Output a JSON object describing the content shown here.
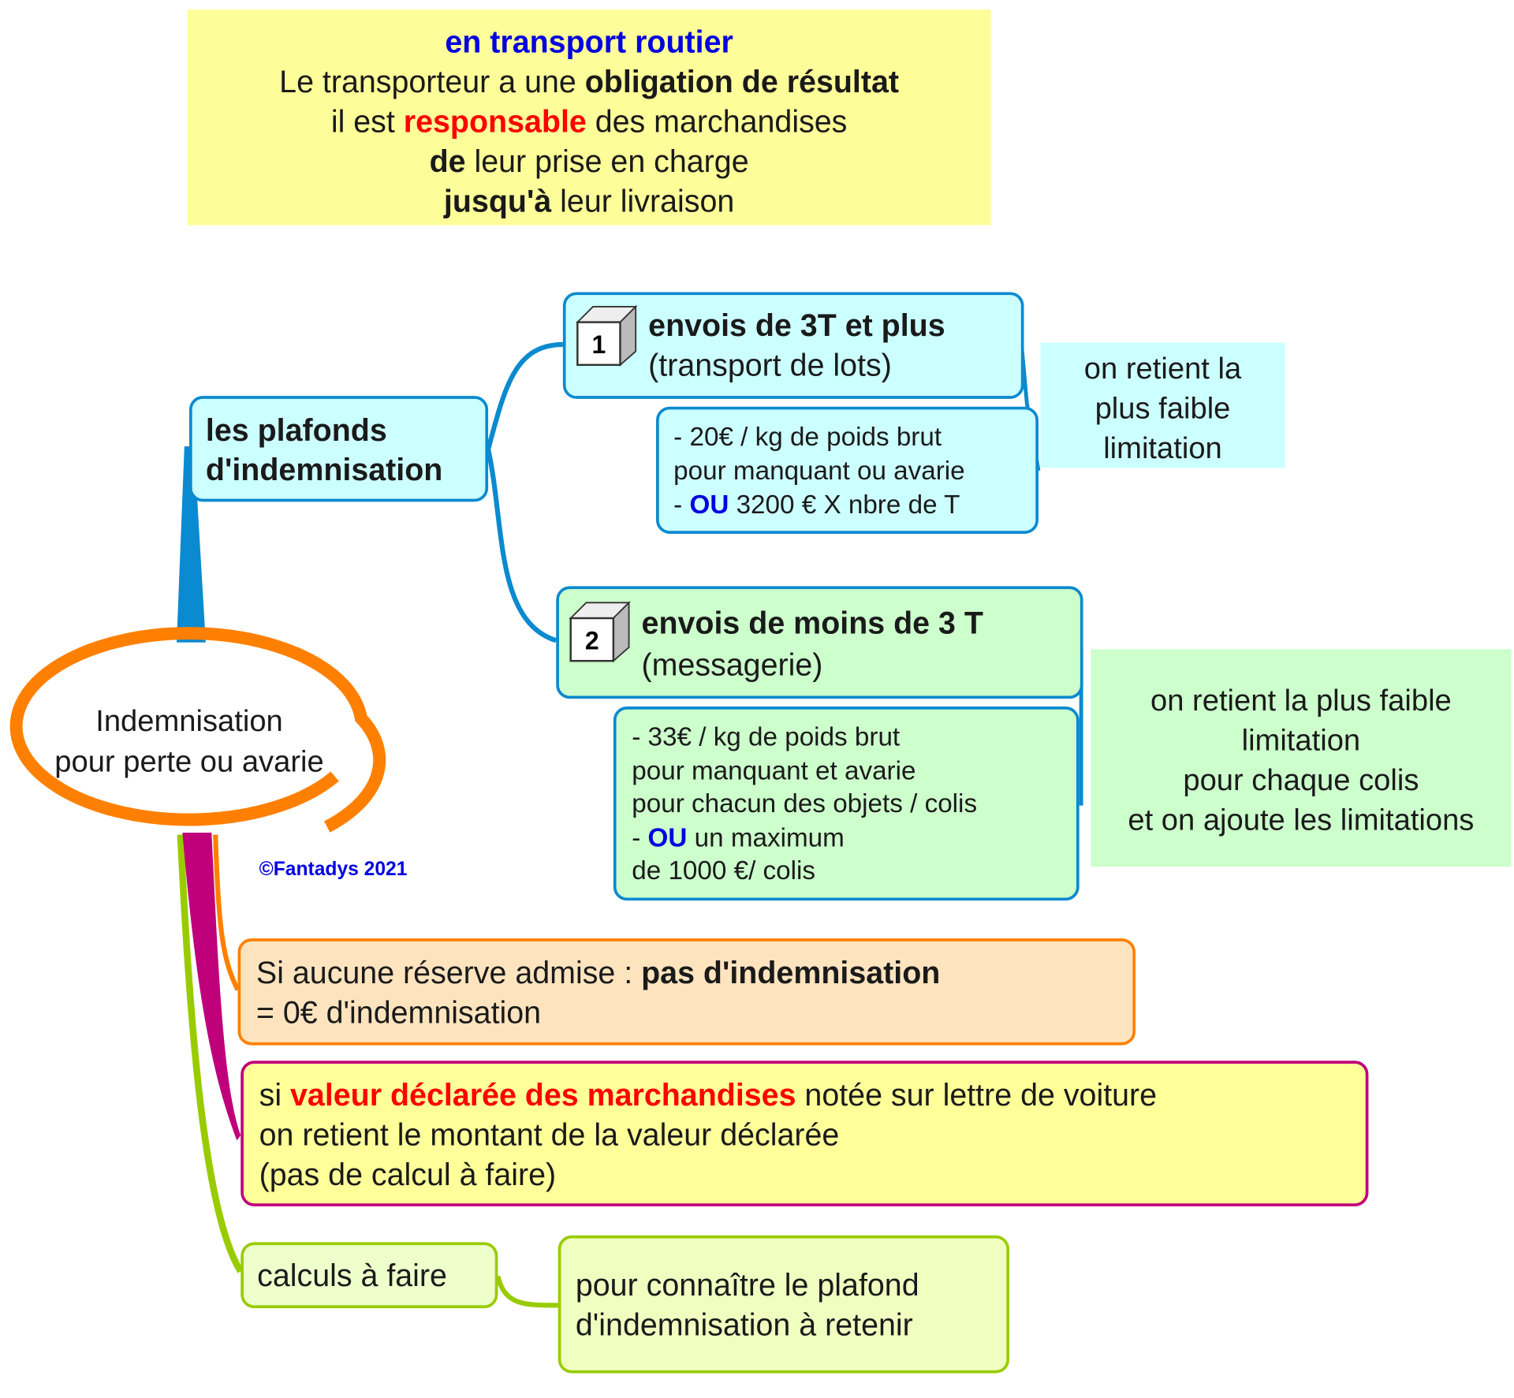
{
  "header": {
    "title": "en transport routier",
    "line1_a": "Le transporteur a une ",
    "line1_b": "obligation de résultat",
    "line2_a": "il est ",
    "line2_b": "responsable",
    "line2_c": " des marchandises",
    "line3_a": "de",
    "line3_b": " leur prise en charge",
    "line4_a": "jusqu'à",
    "line4_b": " leur livraison"
  },
  "center": {
    "line1": "Indemnisation",
    "line2": "pour perte ou avarie"
  },
  "copyright": "©Fantadys 2021",
  "plafonds": {
    "line1": "les plafonds",
    "line2": "d'indemnisation"
  },
  "branch1": {
    "number": "1",
    "title": "envois de 3T et plus",
    "subtitle": "(transport de lots)",
    "detail": {
      "line1": "- 20€ / kg de poids brut",
      "line2": "pour manquant ou avarie",
      "line3_a": "- ",
      "line3_ou": "OU",
      "line3_b": " 3200 € X nbre de T"
    },
    "note": [
      "on retient la",
      "plus faible",
      "limitation"
    ]
  },
  "branch2": {
    "number": "2",
    "title": "envois de moins de 3 T",
    "subtitle": "(messagerie)",
    "detail": {
      "line1": "- 33€ / kg de poids brut",
      "line2": "pour manquant et avarie",
      "line3": "pour chacun des objets / colis",
      "line4_a": "- ",
      "line4_ou": "OU",
      "line4_b": " un maximum",
      "line5": "de 1000 €/ colis"
    },
    "note": [
      "on retient la plus faible",
      "limitation",
      "pour chaque colis",
      "et on ajoute les limitations"
    ]
  },
  "reserve": {
    "line1_a": "Si aucune réserve admise : ",
    "line1_b": "pas d'indemnisation",
    "line2": "= 0€ d'indemnisation"
  },
  "valeur": {
    "line1_a": "si ",
    "line1_b": "valeur déclarée des marchandises",
    "line1_c": " notée sur lettre de voiture",
    "line2": "on retient le montant de la valeur déclarée",
    "line3": "(pas de calcul à faire)"
  },
  "calculs": {
    "label": "calculs à faire",
    "detail1": "pour connaître le plafond",
    "detail2": "d'indemnisation à retenir"
  },
  "colors": {
    "blue": "#0a8ad0",
    "orange": "#ff8000",
    "magenta": "#c0007a",
    "green": "#99cc00"
  }
}
